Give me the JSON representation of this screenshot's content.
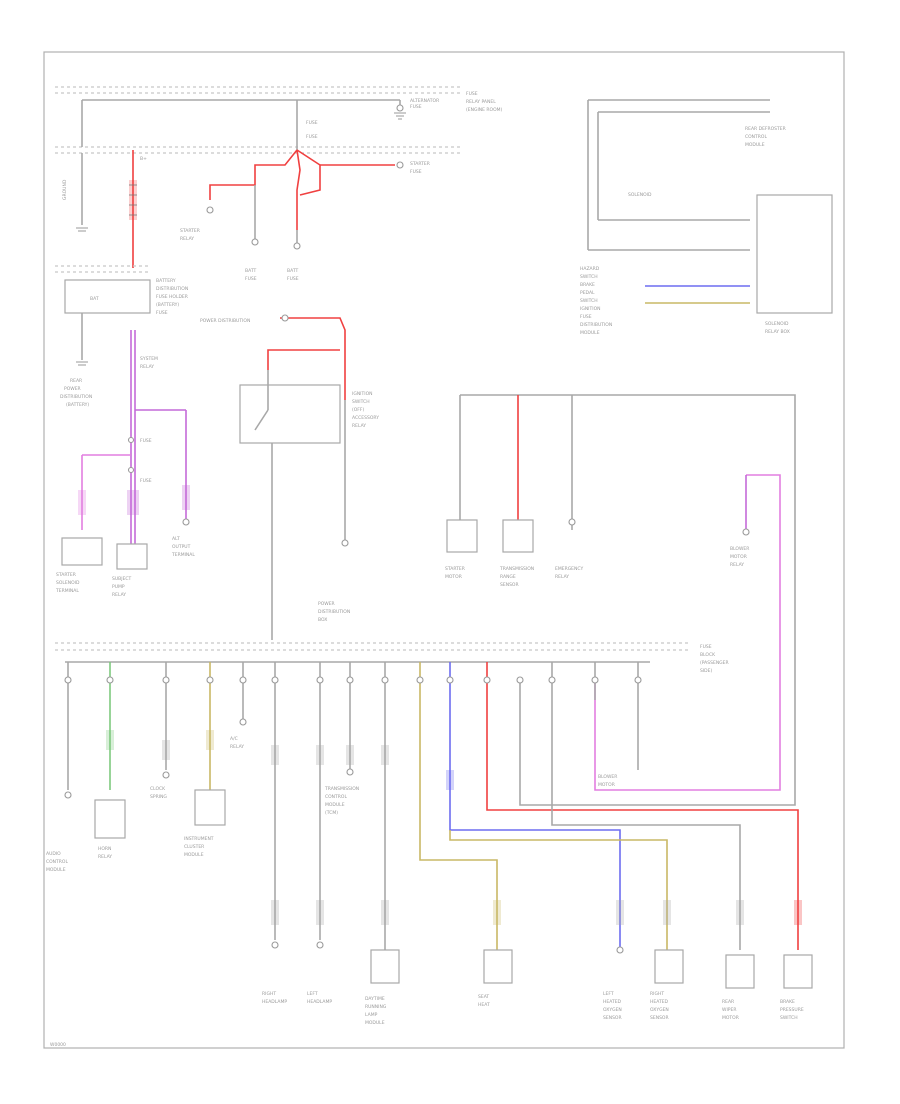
{
  "diagram": {
    "labels": {
      "fuse_box_top": "FUSE",
      "battery": "BATTERY",
      "ignition": "IGNITION",
      "bus_label": "FUSE",
      "corner_code": "W0000"
    },
    "colors": {
      "wire_gray": "#a8a8a8",
      "wire_red": "#f04040",
      "wire_purple": "#c46ad8",
      "wire_pink": "#e27fe0",
      "wire_blue": "#6d6df0",
      "wire_yellow": "#c9b866",
      "wire_green": "#7ec97e",
      "background": "#ffffff"
    }
  }
}
